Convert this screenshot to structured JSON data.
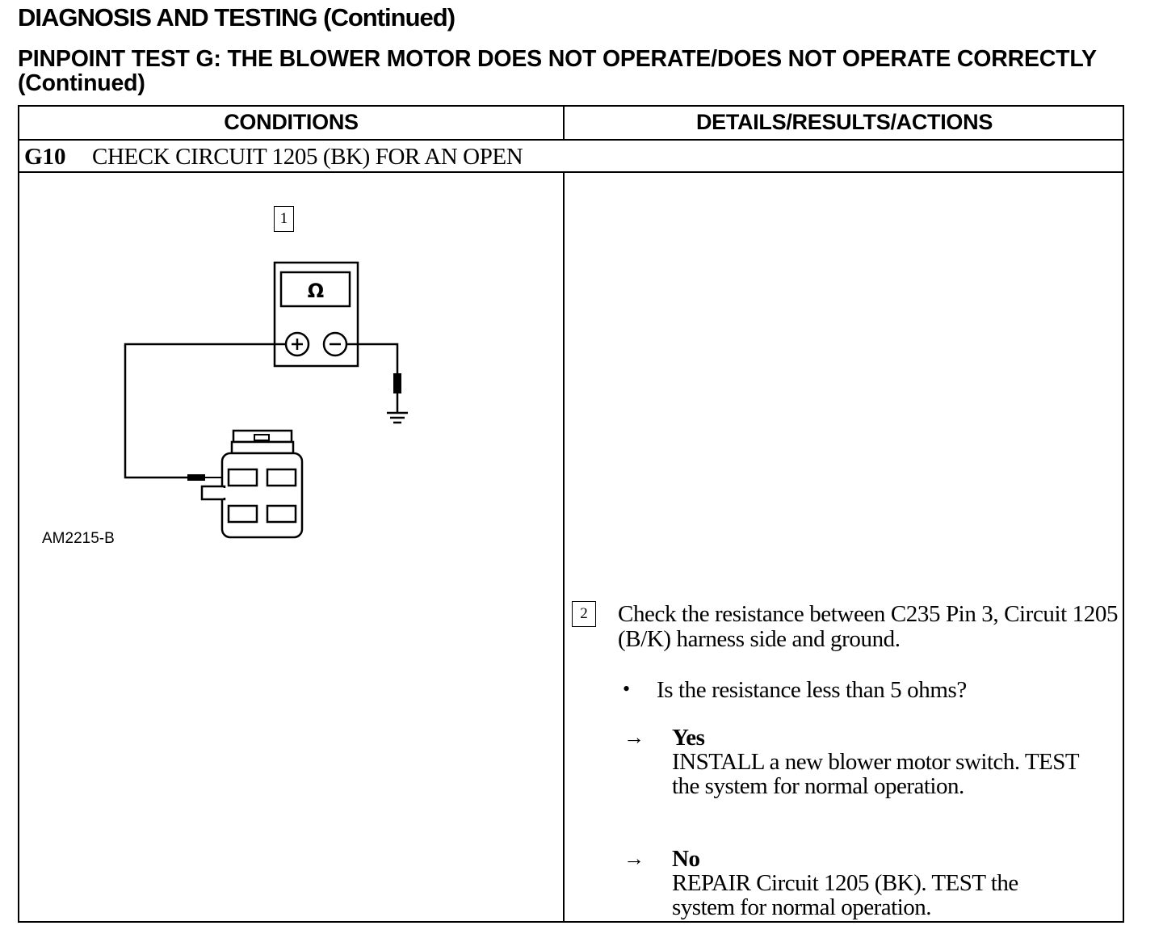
{
  "header": {
    "title": "DIAGNOSIS AND TESTING (Continued)",
    "subtitle": "PINPOINT TEST G: THE BLOWER MOTOR DOES NOT OPERATE/DOES NOT OPERATE CORRECTLY (Continued)"
  },
  "table": {
    "col_conditions": "CONDITIONS",
    "col_details": "DETAILS/RESULTS/ACTIONS",
    "step_id": "G10",
    "step_title": "CHECK CIRCUIT 1205 (BK) FOR AN OPEN"
  },
  "diagram": {
    "step_number": "1",
    "meter_symbol": "Ω",
    "figure_id": "AM2215-B"
  },
  "details": {
    "step_number": "2",
    "instruction": "Check the resistance between C235 Pin 3, Circuit 1205 (B/K) harness side and ground.",
    "bullet": "•",
    "question": "Is the resistance less than 5 ohms?",
    "arrow": "→",
    "yes_label": "Yes",
    "yes_action": "INSTALL a new blower motor switch. TEST the system for normal operation.",
    "no_label": "No",
    "no_action": "REPAIR Circuit 1205 (BK). TEST the system for normal operation."
  }
}
